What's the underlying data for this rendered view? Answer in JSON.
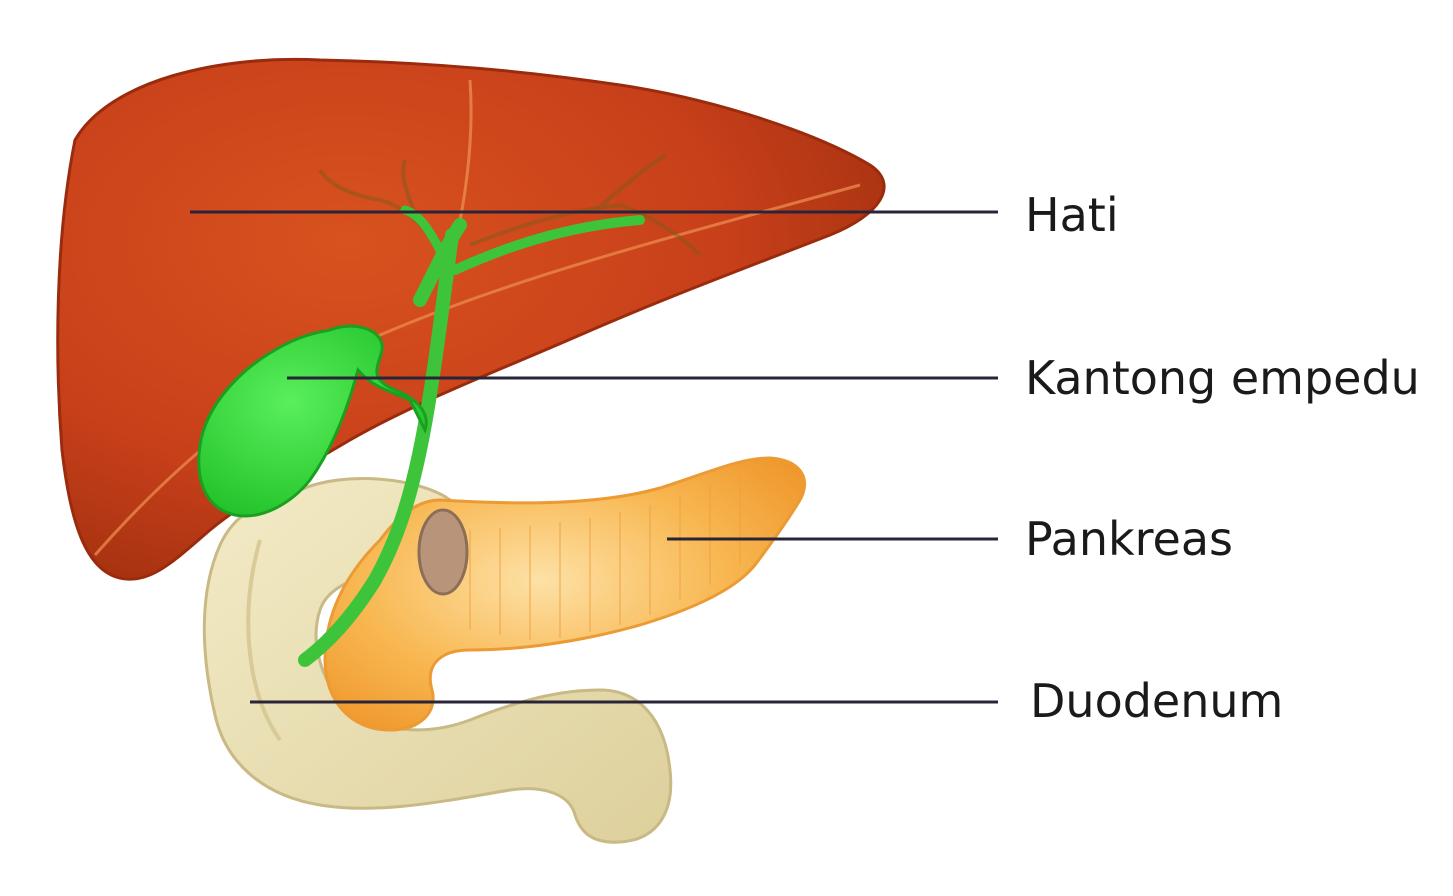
{
  "labels": {
    "liver": "Hati",
    "gallbladder": "Kantong empedu",
    "pancreas": "Pankreas",
    "duodenum": "Duodenum"
  },
  "colors": {
    "liver": "#c8401a",
    "liver_dark": "#9e2c0e",
    "liver_line": "#e8874a",
    "gallbladder": "#2fd635",
    "bile_duct": "#3ec43a",
    "pancreas": "#f7a93c",
    "pancreas_light": "#fcd089",
    "duodenum": "#ece1b4",
    "duodenum_dark": "#cfc08a",
    "leader_line": "#2a2438"
  }
}
